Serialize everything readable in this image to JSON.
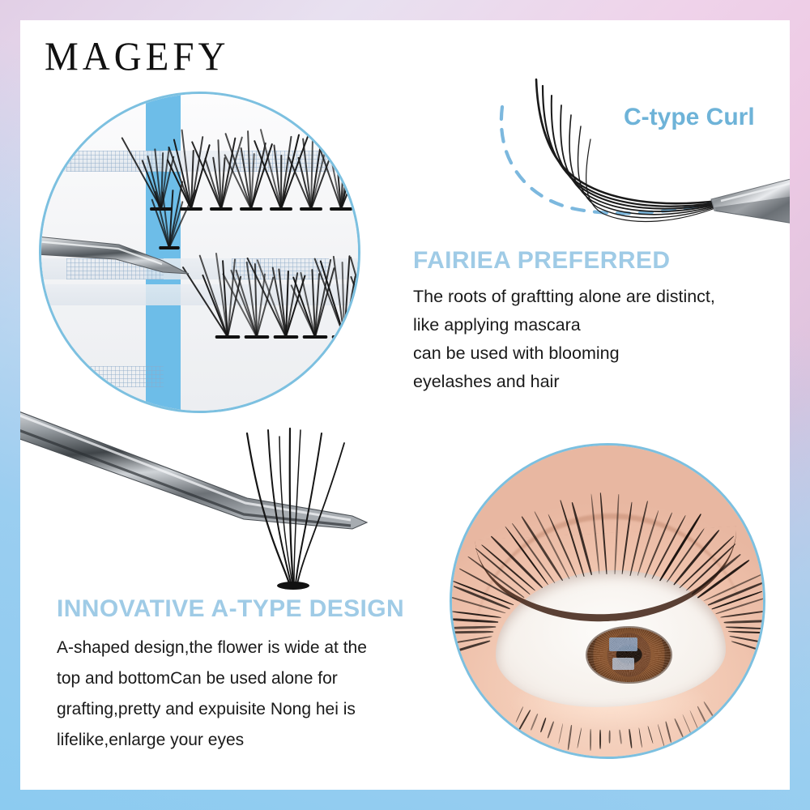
{
  "brand": {
    "logo_text": "MAGEFY"
  },
  "labels": {
    "c_type_curl": "C-type Curl"
  },
  "sections": {
    "fairiea": {
      "heading": "FAIRIEA PREFERRED",
      "lines": [
        "The roots of graftting alone are distinct,",
        "like applying mascara",
        "can be used with blooming",
        "eyelashes and hair"
      ]
    },
    "atype": {
      "heading": "INNOVATIVE A-TYPE DESIGN",
      "lines": [
        "A-shaped design,the flower is wide at the",
        "top and bottomCan be used alone for",
        "grafting,pretty and expuisite Nong hei is",
        "lifelike,enlarge your eyes"
      ]
    }
  },
  "images": {
    "tray_photo_alt": "tweezers-picking-lash-cluster-from-tray",
    "eye_photo_alt": "close-up-eye-with-extended-lashes",
    "c_curl_alt": "tweezers-holding-c-curl-lash-fan",
    "a_type_alt": "tweezers-holding-a-type-lash-fan"
  },
  "colors": {
    "heading_blue": "#9fcbe6",
    "label_blue": "#6eb3d8",
    "ring_blue": "#7cc0e0",
    "body_text": "#1a1a1a",
    "frame_lavender": "#e2cfe6",
    "frame_pink": "#edc9e4",
    "frame_blue": "#8ecbf0",
    "panel_white": "#ffffff"
  }
}
